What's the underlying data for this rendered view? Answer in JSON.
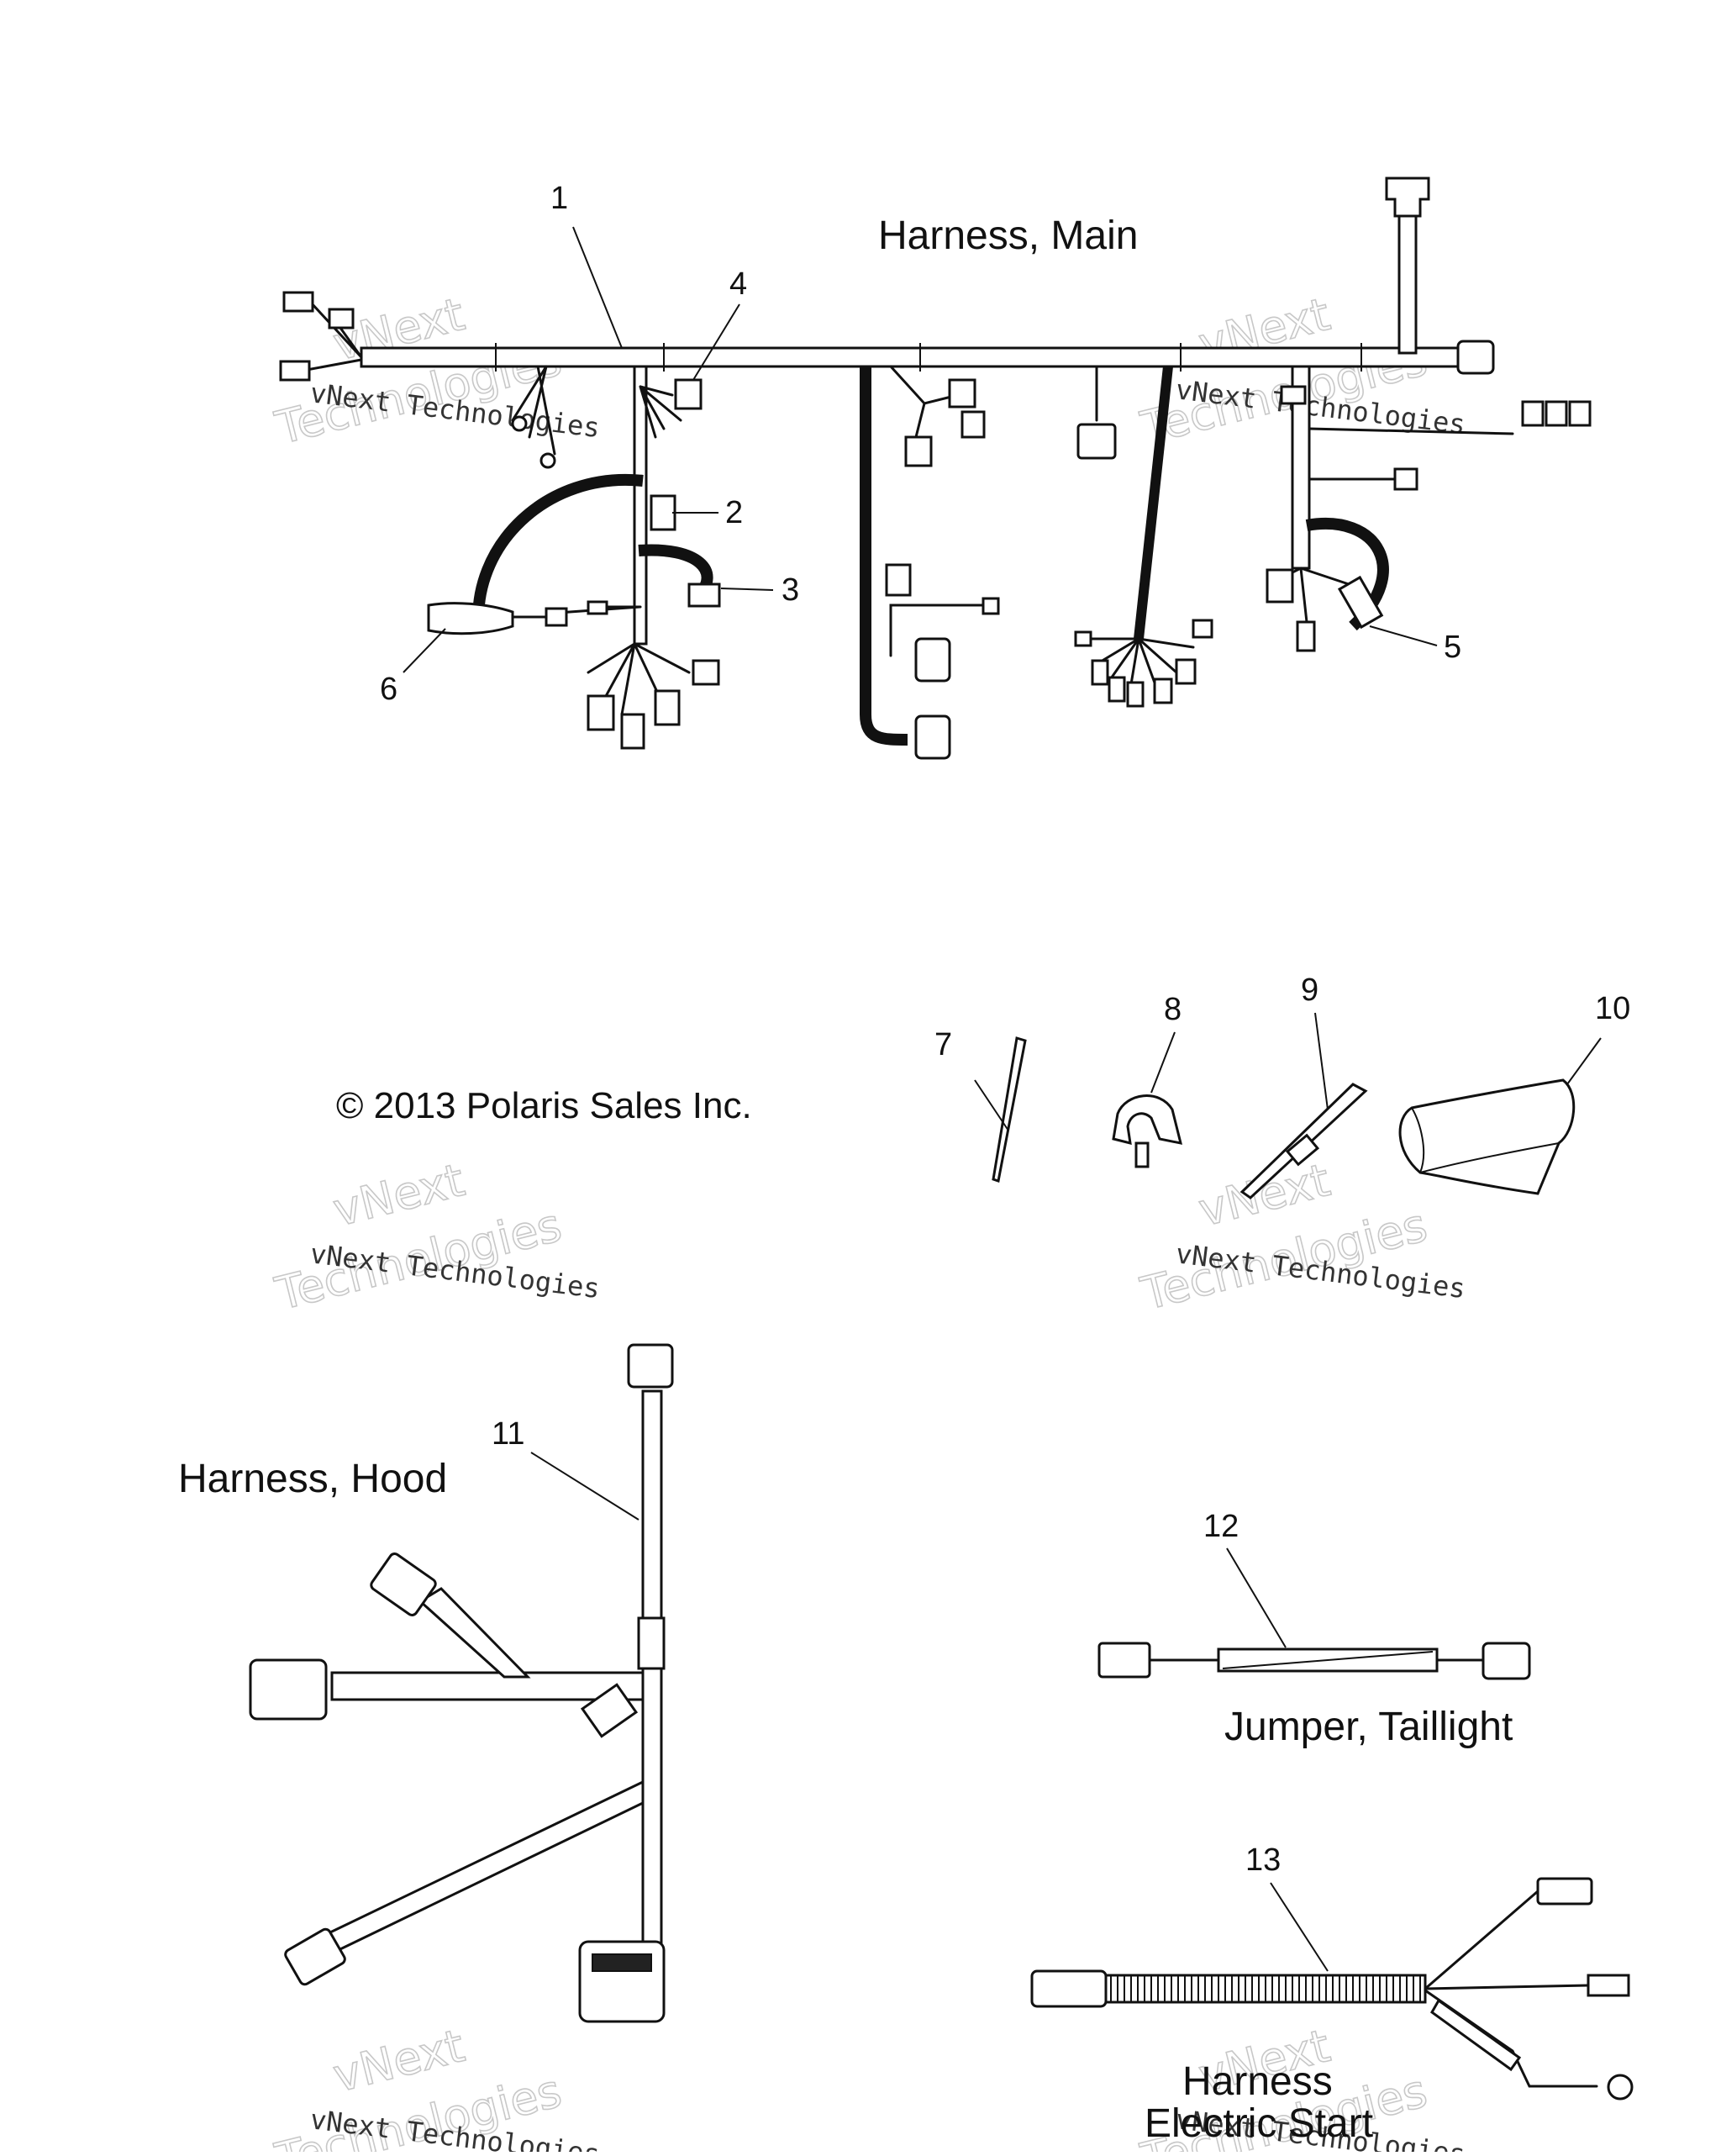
{
  "diagram": {
    "titles": {
      "main": "Harness, Main",
      "hood": "Harness, Hood",
      "jumper": "Jumper, Taillight",
      "electric_start_1": "Harness",
      "electric_start_2": "Electric Start"
    },
    "copyright": "© 2013 Polaris Sales Inc.",
    "watermark": {
      "line1": "vNext",
      "line2": "vNext Technologies",
      "line3": "Technologies"
    },
    "callouts": [
      "1",
      "2",
      "3",
      "4",
      "5",
      "6",
      "7",
      "8",
      "9",
      "10",
      "11",
      "12",
      "13"
    ]
  }
}
